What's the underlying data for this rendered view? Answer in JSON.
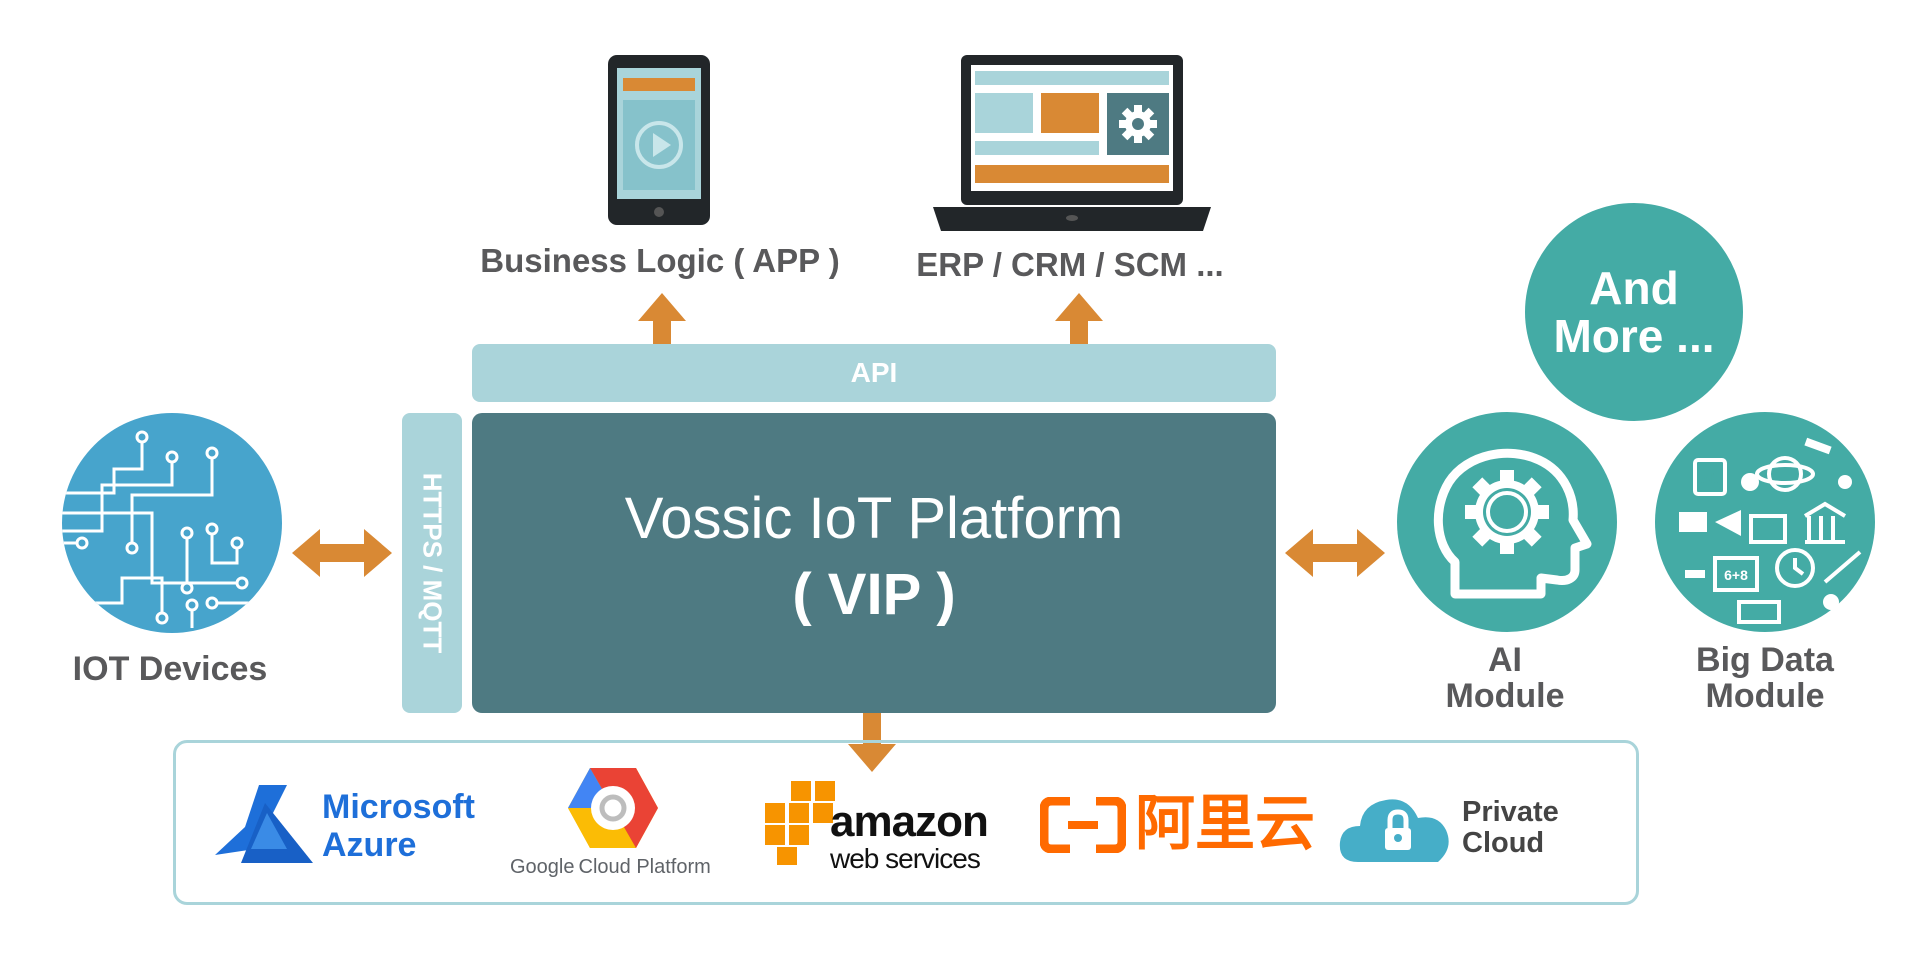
{
  "platform": {
    "title": "Vossic IoT Platform",
    "subtitle": "( VIP )"
  },
  "api_label": "API",
  "protocol_label": "HTTPS / MQTT",
  "nodes": {
    "iot_devices": "IOT Devices",
    "business_logic": "Business Logic ( APP )",
    "erp": "ERP / CRM / SCM ...",
    "ai_module": {
      "line1": "AI",
      "line2": "Module"
    },
    "big_data_module": {
      "line1": "Big Data",
      "line2": "Module"
    },
    "and_more": {
      "line1": "And",
      "line2": "More ..."
    }
  },
  "clouds": {
    "azure": {
      "line1": "Microsoft",
      "line2": "Azure"
    },
    "google": {
      "google_word": "Google",
      "rest": "Cloud Platform"
    },
    "aws": {
      "line1": "amazon",
      "line2": "web services"
    },
    "aliyun": {
      "text": "阿里云"
    },
    "private": {
      "line1": "Private",
      "line2": "Cloud"
    }
  },
  "colors": {
    "arrow": "#d98934",
    "platform": "#4e7a82",
    "light_bar": "#aad4da",
    "iot_circle": "#47a4cc",
    "teal_circle": "#44aba5",
    "label_text": "#59595b",
    "azure_blue": "#1e6fd9",
    "aliyun_orange": "#ff6a00",
    "private_cloud": "#46aec8"
  },
  "icons": [
    "tablet-icon",
    "laptop-icon",
    "circuit-icon",
    "ai-head-icon",
    "big-data-icon",
    "cloud-lock-icon"
  ]
}
